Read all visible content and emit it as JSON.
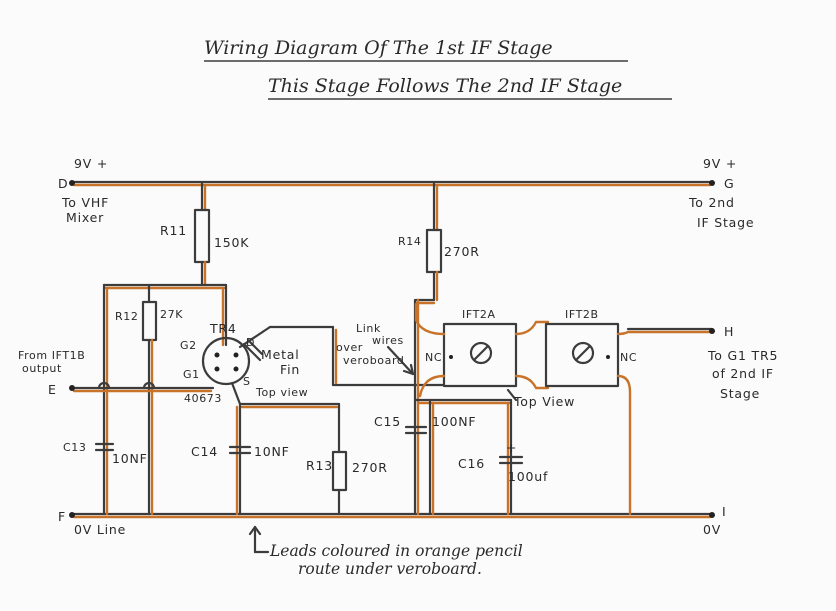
{
  "title": {
    "line1": "Wiring Diagram Of The 1st IF Stage",
    "line2": "This Stage Follows The 2nd IF Stage"
  },
  "terminals": {
    "D": {
      "letter": "D",
      "supply": "9V +",
      "desc1": "To VHF",
      "desc2": "Mixer"
    },
    "G": {
      "letter": "G",
      "supply": "9V +",
      "desc1": "To 2nd",
      "desc2": "IF Stage"
    },
    "E": {
      "letter": "E",
      "desc1": "From IFT1B",
      "desc2": "output"
    },
    "H": {
      "letter": "H",
      "desc1": "To G1 TR5",
      "desc2": "of 2nd IF",
      "desc3": "Stage"
    },
    "F": {
      "letter": "F",
      "desc": "0V Line"
    },
    "I": {
      "letter": "I",
      "desc": "0V"
    }
  },
  "components": {
    "R11": {
      "ref": "R11",
      "value": "150K"
    },
    "R12": {
      "ref": "R12",
      "value": "27K"
    },
    "R13": {
      "ref": "R13",
      "value": "270R"
    },
    "R14": {
      "ref": "R14",
      "value": "270R"
    },
    "C13": {
      "ref": "C13",
      "value": "10NF"
    },
    "C14": {
      "ref": "C14",
      "value": "10NF"
    },
    "C15": {
      "ref": "C15",
      "value": "100NF"
    },
    "C16": {
      "ref": "C16",
      "value": "100uf",
      "polarity": "+"
    },
    "TR4": {
      "ref": "TR4",
      "part": "40673",
      "pin_g2": "G2",
      "pin_g1": "G1",
      "pin_d": "D",
      "pin_s": "S",
      "fin1": "Metal",
      "fin2": "Fin",
      "view": "Top view"
    },
    "IFT2A": {
      "ref": "IFT2A",
      "nc": "NC",
      "view": "Top View"
    },
    "IFT2B": {
      "ref": "IFT2B",
      "nc": "NC"
    }
  },
  "annotations": {
    "link1": "Link",
    "link2": "wires",
    "link3": "over",
    "link4": "veroboard",
    "footnote1": "Leads coloured in orange pencil",
    "footnote2": "route under veroboard."
  },
  "colors": {
    "ink": "#3c3c3c",
    "orange_lead": "#c8732a",
    "paper": "#fbfbfb"
  }
}
